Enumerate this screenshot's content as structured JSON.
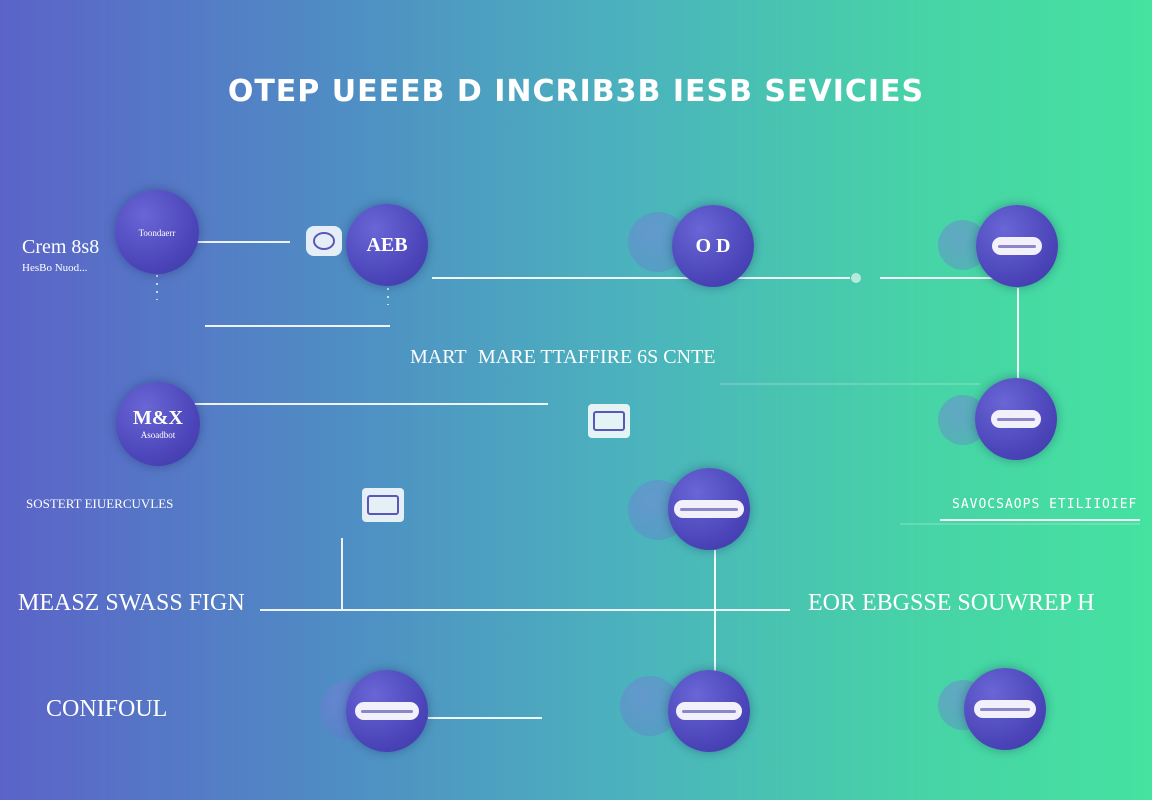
{
  "title": "OTEP UEEEB D INCRIB3B IESB SEVICIES",
  "labels": {
    "crem": "Crem 8s8",
    "crem_sub": "HesBo Nuod...",
    "mbx_sub": "Asoadbot",
    "mart": "MART",
    "mare": "MARE TTAFFIRE 6S CNTE",
    "sostert": "SOSTERT EIUERCUVLES",
    "meas": "MEASZ SWASS FIGN",
    "conf": "CONIFOUL",
    "savocs": "SAVOCSAOPS ETILIIOIEF",
    "eor": "EOR EBGSSE SOUWREP H"
  },
  "nodes": [
    {
      "id": "n1",
      "text": "",
      "sub": "Toondaerr"
    },
    {
      "id": "n2",
      "text": "AEB",
      "sub": ""
    },
    {
      "id": "n3",
      "text": "O D",
      "sub": ""
    },
    {
      "id": "n4",
      "text": "",
      "sub": ""
    },
    {
      "id": "n5",
      "text": "M&X",
      "sub": "Asoadbot"
    },
    {
      "id": "n6",
      "text": "",
      "sub": ""
    },
    {
      "id": "n7",
      "text": "",
      "sub": ""
    },
    {
      "id": "n8",
      "text": "",
      "sub": ""
    },
    {
      "id": "n9",
      "text": "",
      "sub": ""
    },
    {
      "id": "n10",
      "text": "",
      "sub": ""
    }
  ],
  "colors": {
    "node": "#4a44b8",
    "line": "#ffffff",
    "bg_left": "#5b63c8",
    "bg_right": "#45e2a0"
  },
  "icons": [
    "chip-icon",
    "server-icon",
    "gear-icon",
    "cloud-icon"
  ]
}
